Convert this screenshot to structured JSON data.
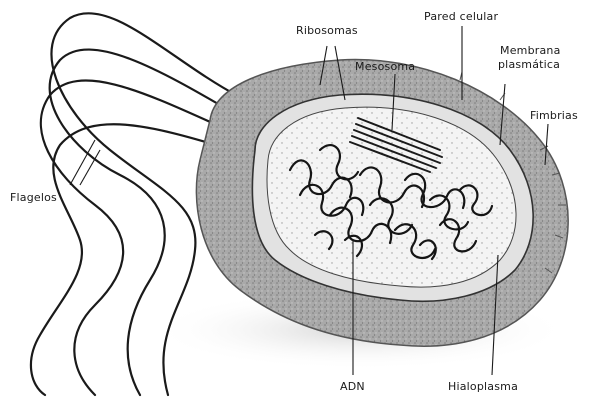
{
  "diagram": {
    "labels": {
      "ribosomas": "Ribosomas",
      "pared_celular": "Pared celular",
      "mesosoma": "Mesosoma",
      "membrana_line1": "Membrana",
      "membrana_line2": "plasmática",
      "fimbrias": "Fimbrias",
      "flagelos": "Flagelos",
      "adn": "ADN",
      "hialoplasma": "Hialoplasma"
    }
  }
}
